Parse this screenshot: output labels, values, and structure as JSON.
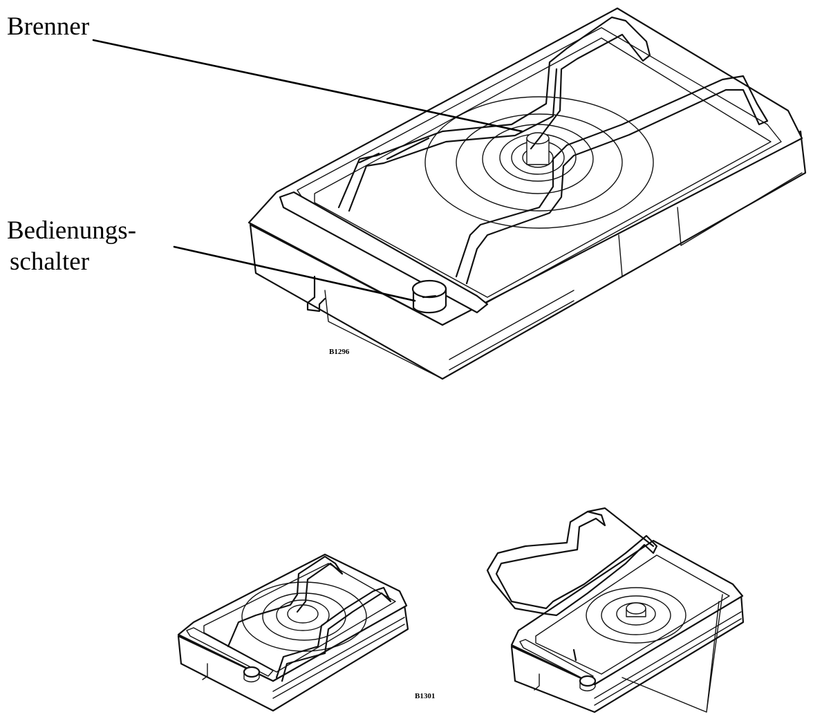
{
  "labels": {
    "brenner": "Brenner",
    "bedienungs_line1": "Bedienungs-",
    "bedienungs_line2": "schalter"
  },
  "figure_codes": {
    "top": "B1296",
    "bottom": "B1301"
  },
  "colors": {
    "line": "#111111",
    "background": "#ffffff"
  }
}
